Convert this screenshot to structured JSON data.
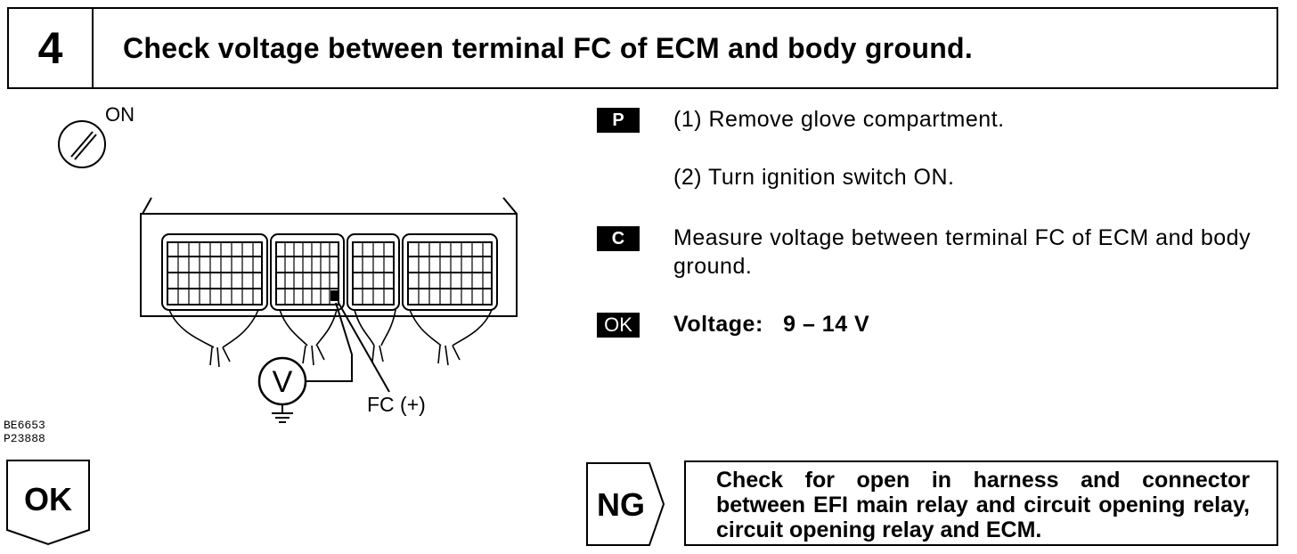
{
  "header": {
    "step_number": "4",
    "title": "Check voltage between terminal FC of ECM and body ground."
  },
  "diagram": {
    "ignition_label": "ON",
    "meter_symbol": "V",
    "terminal_label": "FC (+)",
    "figure_codes": [
      "BE6653",
      "P23888"
    ]
  },
  "instructions": [
    {
      "badge": "P",
      "text": "(1) Remove glove compartment."
    },
    {
      "badge": "",
      "text": "(2) Turn ignition switch ON."
    },
    {
      "badge": "C",
      "text": "Measure voltage between terminal FC of ECM and body ground."
    },
    {
      "badge": "OK",
      "text": "Voltage:   9 – 14 V"
    }
  ],
  "results": {
    "ok_label": "OK",
    "ng_label": "NG",
    "ng_text": "Check for open in harness and connector between EFI main relay and circuit opening relay, circuit opening relay and ECM."
  }
}
